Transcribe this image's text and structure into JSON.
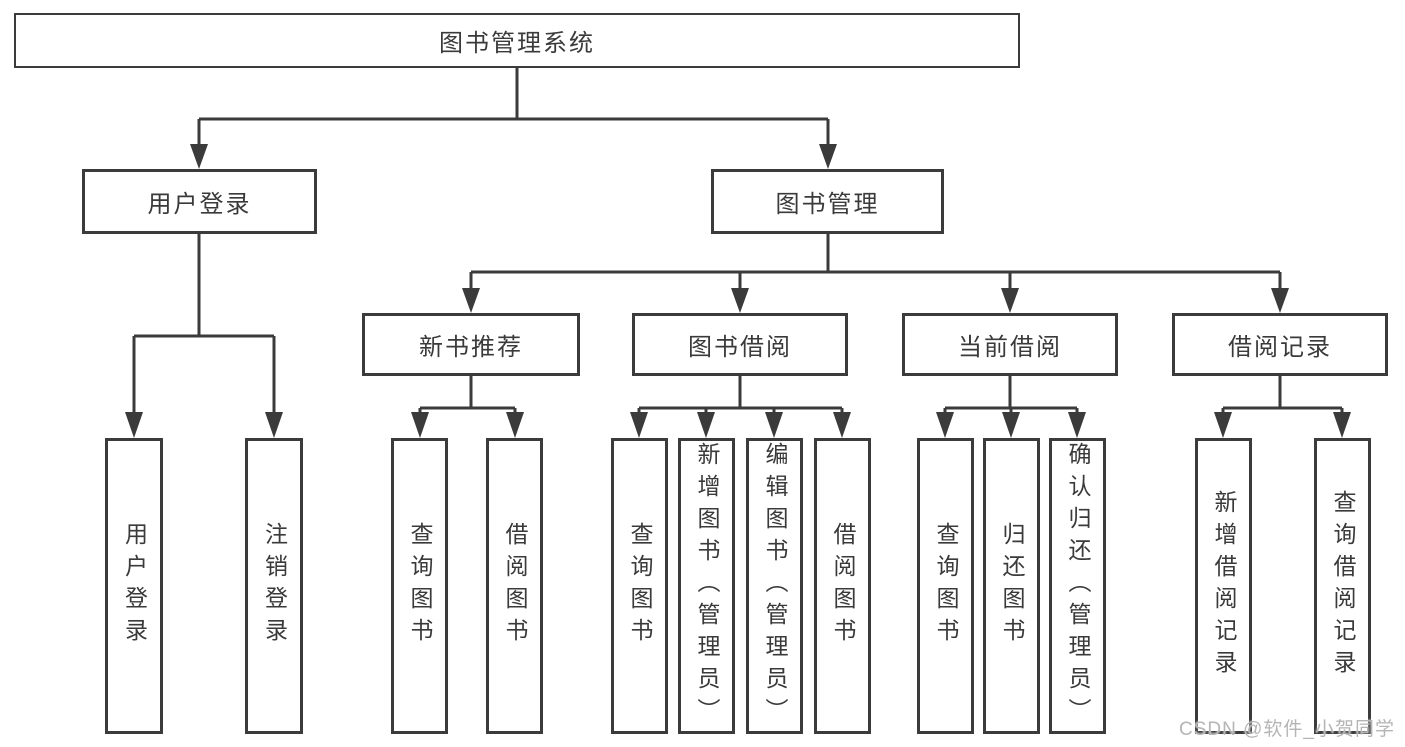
{
  "colors": {
    "line": "#3b3b3b",
    "text": "#3a3a3a",
    "watermark": "#b5b5b5",
    "background": "#ffffff"
  },
  "diagram": {
    "type": "hierarchy-tree",
    "root": {
      "label": "图书管理系统"
    },
    "level2": [
      {
        "id": "user-login",
        "label": "用户登录",
        "children": [
          {
            "label": "用户登录"
          },
          {
            "label": "注销登录"
          }
        ]
      },
      {
        "id": "book-management",
        "label": "图书管理",
        "children": [
          {
            "id": "new-book-recommendation",
            "label": "新书推荐",
            "children": [
              {
                "label": "查询图书"
              },
              {
                "label": "借阅图书"
              }
            ]
          },
          {
            "id": "book-borrowing",
            "label": "图书借阅",
            "children": [
              {
                "label": "查询图书"
              },
              {
                "label": "新增图书（管理员）"
              },
              {
                "label": "编辑图书（管理员）"
              },
              {
                "label": "借阅图书"
              }
            ]
          },
          {
            "id": "current-borrowing",
            "label": "当前借阅",
            "children": [
              {
                "label": "查询图书"
              },
              {
                "label": "归还图书"
              },
              {
                "label": "确认归还（管理员）"
              }
            ]
          },
          {
            "id": "borrowing-records",
            "label": "借阅记录",
            "children": [
              {
                "label": "新增借阅记录"
              },
              {
                "label": "查询借阅记录"
              }
            ]
          }
        ]
      }
    ]
  },
  "watermark": {
    "text": "CSDN @软件_小贺同学"
  }
}
